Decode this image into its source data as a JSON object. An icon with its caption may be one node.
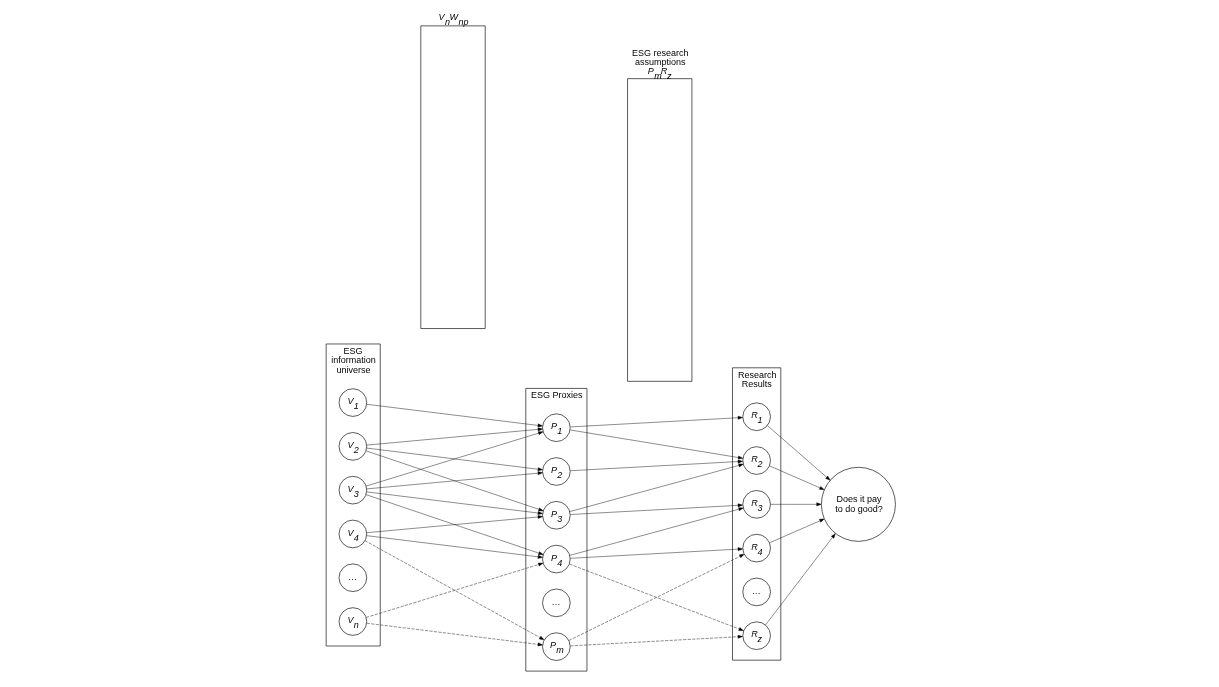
{
  "diagram": {
    "nodes": [
      {
        "text": [
          "ESG information universe"
        ]
      },
      {
        "text": [
          "V$_{1}$"
        ],
        "in": 0
      },
      {
        "text": [
          "V$_{2}$"
        ],
        "in": 0
      },
      {
        "text": [
          "V$_{3}$"
        ],
        "in": 0
      },
      {
        "text": [
          "V$_{4}$"
        ],
        "in": 0
      },
      {
        "text": [
          "…"
        ],
        "in": 0
      },
      {
        "text": [
          "V$_{n}$"
        ],
        "in": 0
      },
      {
        "text": [
          "V$_{n}$W$_{np}$"
        ]
      },
      {
        "text": [
          "ESG Proxies"
        ]
      },
      {
        "text": [
          "P$_{1}$"
        ],
        "in": 8
      },
      {
        "text": [
          "P$_{2}$"
        ],
        "in": 8
      },
      {
        "text": [
          "P$_{3}$"
        ],
        "in": 8
      },
      {
        "text": [
          "P$_{4}$"
        ],
        "in": 8
      },
      {
        "text": [
          "…"
        ],
        "in": 8
      },
      {
        "text": [
          "P$_{m}$"
        ],
        "in": 8
      },
      {
        "text": [
          "ESG research assumptions",
          "P$_{m}$R$_{z}$"
        ]
      },
      {
        "text": [
          "Research Results"
        ]
      },
      {
        "text": [
          "R$_{1}$"
        ],
        "in": 16
      },
      {
        "text": [
          "R$_{2}$"
        ],
        "in": 16
      },
      {
        "text": [
          "R$_{3}$"
        ],
        "in": 16
      },
      {
        "text": [
          "R$_{4}$"
        ],
        "in": 16
      },
      {
        "text": [
          "…"
        ],
        "in": 16
      },
      {
        "text": [
          "R$_{z}$"
        ],
        "in": 16
      },
      {
        "text": [
          "Does it pay to do good?"
        ]
      }
    ],
    "edges": [
      {
        "from": 1,
        "to": 9,
        "arrow": "to"
      },
      {
        "from": 2,
        "to": 9,
        "arrow": "to"
      },
      {
        "from": 2,
        "to": 10,
        "arrow": "to"
      },
      {
        "from": 2,
        "to": 11,
        "arrow": "to"
      },
      {
        "from": 3,
        "to": 9,
        "arrow": "to"
      },
      {
        "from": 3,
        "to": 10,
        "arrow": "to"
      },
      {
        "from": 3,
        "to": 11,
        "arrow": "to"
      },
      {
        "from": 3,
        "to": 12,
        "arrow": "to"
      },
      {
        "from": 4,
        "to": 11,
        "arrow": "to"
      },
      {
        "from": 4,
        "to": 12,
        "arrow": "to"
      },
      {
        "from": 4,
        "to": 14,
        "arrow": "to",
        "style": "dashed"
      },
      {
        "from": 6,
        "to": 12,
        "arrow": "to",
        "style": "dashed"
      },
      {
        "from": 6,
        "to": 14,
        "arrow": "to",
        "style": "dashed"
      },
      {
        "from": 9,
        "to": 17,
        "arrow": "to"
      },
      {
        "from": 9,
        "to": 18,
        "arrow": "to"
      },
      {
        "from": 10,
        "to": 18,
        "arrow": "to"
      },
      {
        "from": 11,
        "to": 18,
        "arrow": "to"
      },
      {
        "from": 11,
        "to": 19,
        "arrow": "to"
      },
      {
        "from": 12,
        "to": 19,
        "arrow": "to"
      },
      {
        "from": 12,
        "to": 20,
        "arrow": "to"
      },
      {
        "from": 12,
        "to": 22,
        "arrow": "to",
        "style": "dashed"
      },
      {
        "from": 14,
        "to": 20,
        "arrow": "to",
        "style": "dashed"
      },
      {
        "from": 14,
        "to": 22,
        "arrow": "to",
        "style": "dashed"
      },
      {
        "from": 17,
        "to": 23,
        "arrow": "to"
      },
      {
        "from": 18,
        "to": 23,
        "arrow": "to"
      },
      {
        "from": 19,
        "to": 23,
        "arrow": "to"
      },
      {
        "from": 20,
        "to": 23,
        "arrow": "to"
      },
      {
        "from": 22,
        "to": 23,
        "arrow": "to"
      }
    ]
  }
}
